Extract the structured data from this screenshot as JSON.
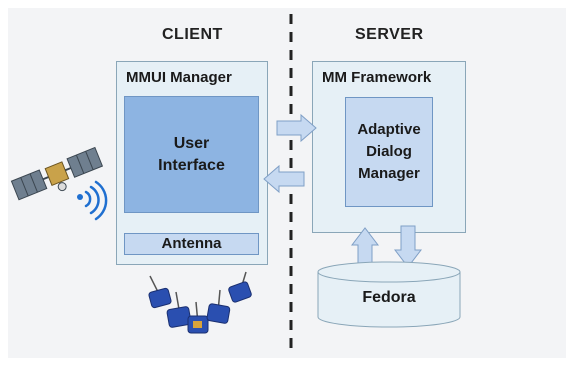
{
  "client": {
    "heading": "CLIENT",
    "container_title": "MMUI Manager",
    "user_interface_label": "User\nInterface",
    "antenna_label": "Antenna"
  },
  "server": {
    "heading": "SERVER",
    "container_title": "MM Framework",
    "dialog_manager_label": "Adaptive\nDialog\nManager",
    "database_label": "Fedora"
  },
  "colors": {
    "container_fill": "#e6f0f6",
    "inner_fill": "#8db4e2",
    "arrow_fill": "#c6d9f1",
    "arrow_stroke": "#7f9fc6",
    "divider": "#222222"
  },
  "icons": {
    "satellite": "satellite-icon",
    "signal": "signal-waves-icon",
    "sensors": "sensor-devices-icon"
  }
}
